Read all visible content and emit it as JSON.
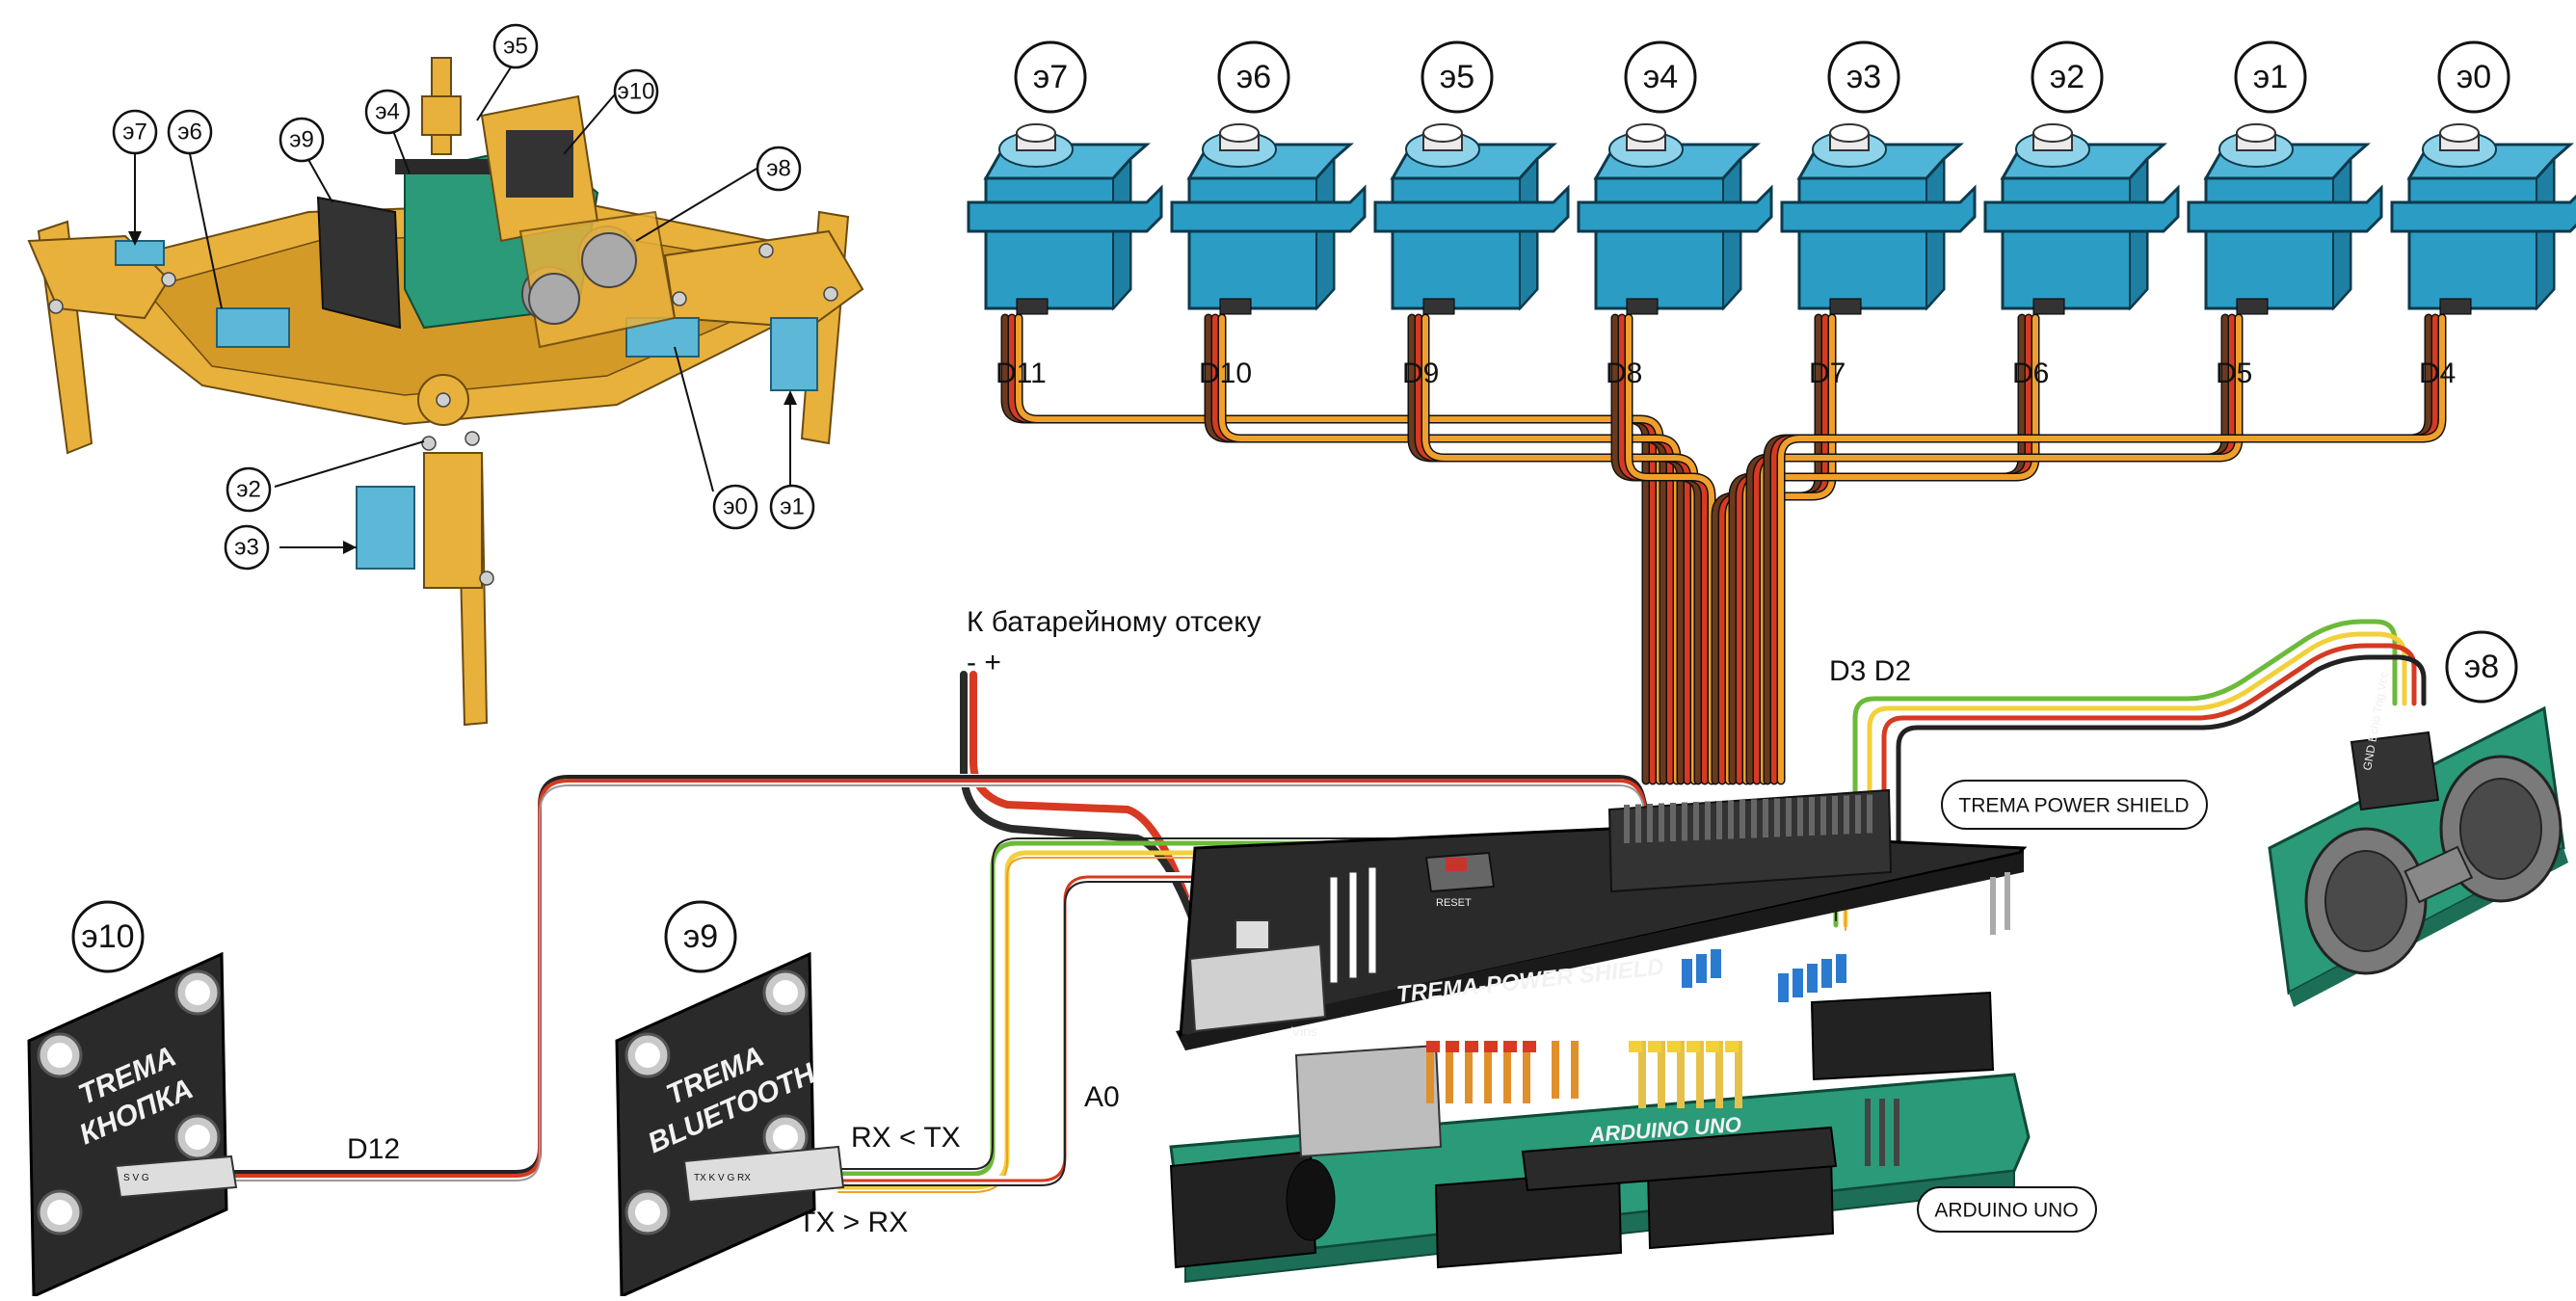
{
  "servos": [
    {
      "id": "э7",
      "pin": "D11"
    },
    {
      "id": "э6",
      "pin": "D10"
    },
    {
      "id": "э5",
      "pin": "D9"
    },
    {
      "id": "э4",
      "pin": "D8"
    },
    {
      "id": "э3",
      "pin": "D7"
    },
    {
      "id": "э2",
      "pin": "D6"
    },
    {
      "id": "э1",
      "pin": "D5"
    },
    {
      "id": "э0",
      "pin": "D4"
    }
  ],
  "robot_labels": [
    "э5",
    "э10",
    "э7",
    "э6",
    "э9",
    "э4",
    "э8",
    "э2",
    "э3",
    "э0",
    "э1"
  ],
  "battery": {
    "label": "К батарейному отсеку",
    "polarity": "- +"
  },
  "sensor": {
    "id": "э8",
    "pins": "D3 D2",
    "pin_labels": "GND Echo Trig Vcc"
  },
  "shield": {
    "tag": "TREMA POWER SHIELD",
    "board_text": "TREMA-POWER SHIELD",
    "reset": "RESET",
    "vins": "Vins"
  },
  "arduino": {
    "tag": "ARDUINO UNO",
    "board_text": "ARDUINO UNO"
  },
  "button_module": {
    "id": "э10",
    "title": "TREMA\nКНОПКА",
    "pin": "D12",
    "pin_labels": "S V G"
  },
  "bluetooth_module": {
    "id": "э9",
    "title": "TREMA\nBLUETOOTH",
    "rx": "RX < TX",
    "tx": "TX > RX",
    "a0": "A0",
    "pin_labels": "TX K V G RX"
  },
  "colors": {
    "servo": "#2b9cc4",
    "servo_dark": "#1e7fa3",
    "wood": "#e8b13c",
    "pcb_black": "#2a2a2a",
    "pcb_green": "#2a9a78",
    "wire_orange": "#f0a02a",
    "wire_red": "#d63a22",
    "wire_brown": "#6b3a1e",
    "wire_yellow": "#f2d03a",
    "wire_green": "#6cba3a"
  }
}
